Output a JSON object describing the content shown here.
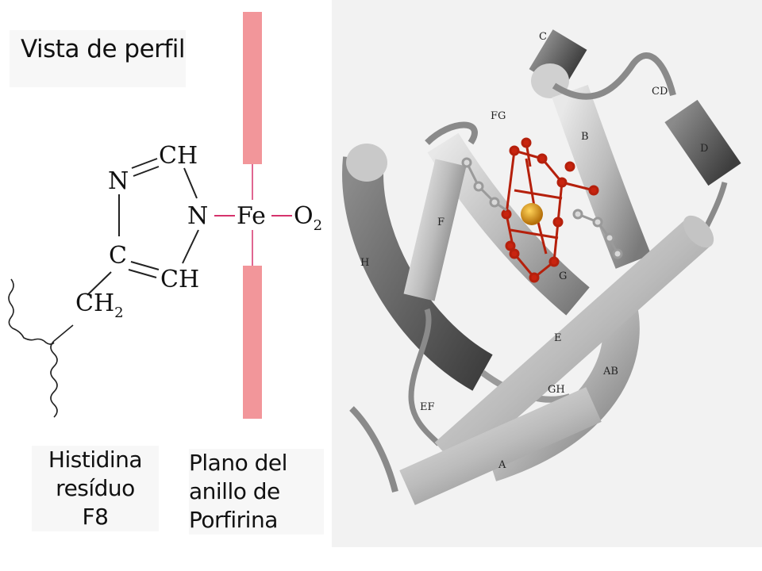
{
  "title": "Vista de perfil",
  "molecule": {
    "n_top": "N",
    "ch_top": "CH",
    "n_right": "N",
    "c_left": "C",
    "ch_bottom": "CH",
    "ch2": "CH",
    "ch2_sub": "2",
    "fe": "Fe",
    "o": "O",
    "o_sub": "2"
  },
  "caption_histidine": [
    "Histidina",
    "resíduo",
    "F8"
  ],
  "caption_plane": [
    "Plano del",
    "anillo de",
    "Porfirina"
  ],
  "protein_labels": {
    "c": "C",
    "cd": "CD",
    "fg": "FG",
    "b": "B",
    "d": "D",
    "f": "F",
    "h": "H",
    "g": "G",
    "e": "E",
    "ab": "AB",
    "gh": "GH",
    "ef": "EF",
    "a": "A"
  },
  "colors": {
    "plane": "#f2969a",
    "bond_pink": "#d6336c",
    "helix": "#b9b9b9",
    "helix_dark": "#5a5a5a",
    "heme": "#c8240f",
    "iron": "#d79a1c"
  }
}
